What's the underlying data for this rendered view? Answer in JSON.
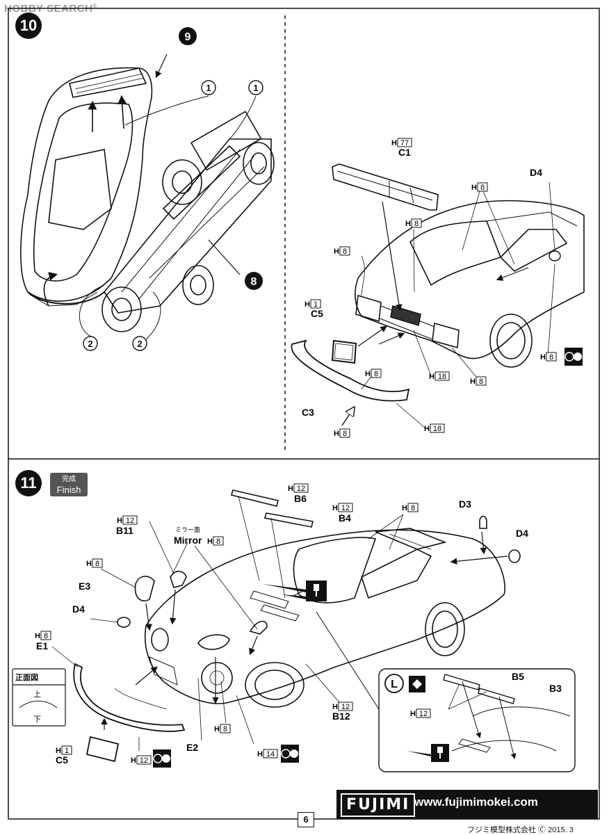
{
  "watermark": {
    "text": "HOBBY SEARCH",
    "mark": "®"
  },
  "step10": {
    "number": "10",
    "left": {
      "sub_circles": [
        "9",
        "8"
      ],
      "join_circles": [
        "1",
        "1",
        "2",
        "2"
      ]
    },
    "right": {
      "labels": {
        "h77": {
          "prefix": "H",
          "box": "77"
        },
        "c1": "C1",
        "d4": "D4",
        "h8_a": {
          "prefix": "H",
          "box": "8"
        },
        "h8_b": {
          "prefix": "H",
          "box": "8"
        },
        "h8_c": {
          "prefix": "H",
          "box": "8"
        },
        "h1": {
          "prefix": "H",
          "box": "1"
        },
        "c5": "C5",
        "h18_a": {
          "prefix": "H",
          "box": "18"
        },
        "h8_d": {
          "prefix": "H",
          "box": "8"
        },
        "h8_e": {
          "prefix": "H",
          "box": "8"
        },
        "h8_f": {
          "prefix": "H",
          "box": "8"
        },
        "c3": "C3",
        "h8_g": {
          "prefix": "H",
          "box": "8"
        },
        "h18_b": {
          "prefix": "H",
          "box": "18"
        }
      }
    }
  },
  "step11": {
    "number": "11",
    "badge_jp": "完成",
    "badge_en": "Finish",
    "labels": {
      "h12_b6": {
        "prefix": "H",
        "box": "12"
      },
      "b6": "B6",
      "h12_b4": {
        "prefix": "H",
        "box": "12"
      },
      "b4": "B4",
      "h8_top": {
        "prefix": "H",
        "box": "8"
      },
      "d3": "D3",
      "d4_right": "D4",
      "h12_b11": {
        "prefix": "H",
        "box": "12"
      },
      "b11": "B11",
      "mirror_jp": "ミラー面",
      "mirror": "Mirror",
      "h8_mirror": {
        "prefix": "H",
        "box": "8"
      },
      "h8_e3": {
        "prefix": "H",
        "box": "8"
      },
      "e3": "E3",
      "d4_left": "D4",
      "h8_e1": {
        "prefix": "H",
        "box": "8"
      },
      "e1": "E1",
      "front_view": "正面図",
      "up": "上",
      "down": "下",
      "h1_c5": {
        "prefix": "H",
        "box": "1"
      },
      "c5": "C5",
      "h12_bottom": {
        "prefix": "H",
        "box": "12"
      },
      "e2": "E2",
      "h8_lamp": {
        "prefix": "H",
        "box": "8"
      },
      "h14": {
        "prefix": "H",
        "box": "14"
      },
      "h12_b12": {
        "prefix": "H",
        "box": "12"
      },
      "b12": "B12"
    },
    "inset": {
      "letter": "L",
      "b5": "B5",
      "b3": "B3",
      "h12": {
        "prefix": "H",
        "box": "12"
      }
    }
  },
  "footer": {
    "logo": "FUJIMI",
    "url": "www.fujimimokei.com",
    "page": "6",
    "copyright": "フジミ模型株式会社 Ⓒ 2015. 3"
  }
}
